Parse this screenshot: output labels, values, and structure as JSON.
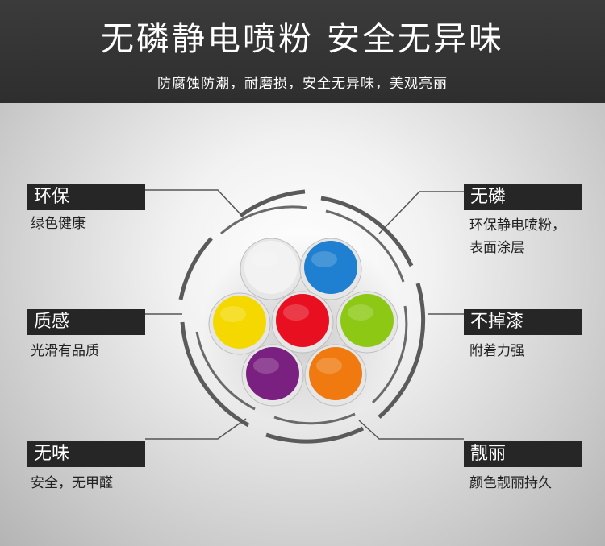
{
  "header": {
    "title": "无磷静电喷粉  安全无异味",
    "subtitle": "防腐蚀防潮，耐磨损，安全无异味，美观亮丽"
  },
  "features": {
    "eco": {
      "tag": "环保",
      "desc": "绿色健康"
    },
    "texture": {
      "tag": "质感",
      "desc": "光滑有品质"
    },
    "odorless": {
      "tag": "无味",
      "desc": "安全，无甲醛"
    },
    "phosphorus_free": {
      "tag": "无磷",
      "desc_line1": "环保静电喷粉，",
      "desc_line2": "表面涂层"
    },
    "no_peel": {
      "tag": "不掉漆",
      "desc": "附着力强"
    },
    "beautiful": {
      "tag": "靓丽",
      "desc": "颜色靓丽持久"
    }
  },
  "powder_colors": [
    "#f2f2f2",
    "#1f7fd0",
    "#f5d800",
    "#e81020",
    "#8cc814",
    "#7a2080",
    "#f07a10"
  ]
}
